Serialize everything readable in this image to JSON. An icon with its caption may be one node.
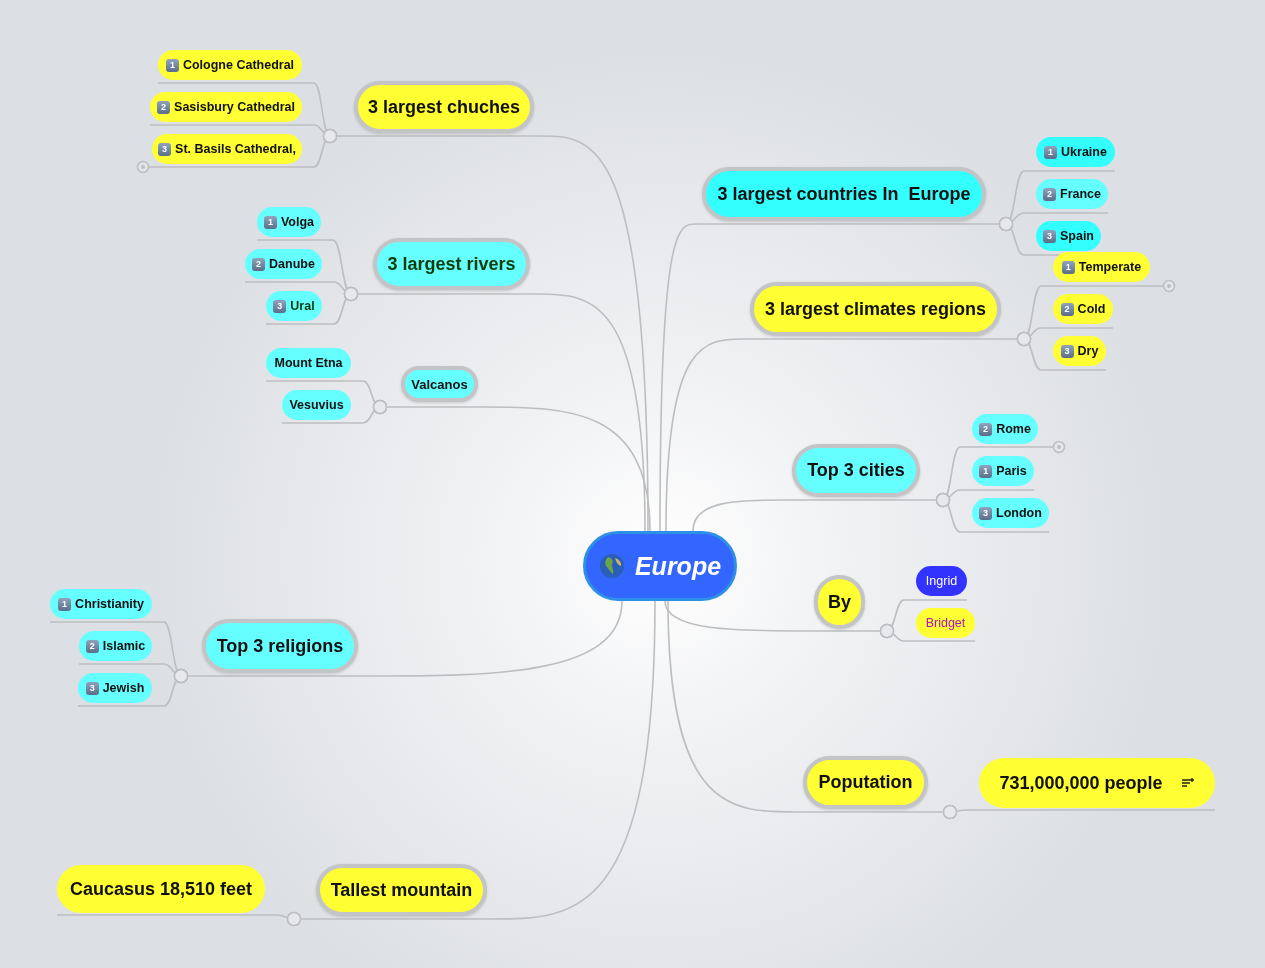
{
  "diagram": {
    "nodes": [
      {
        "text": [
          "Europe"
        ]
      },
      {
        "text": [
          "3 largest chuches"
        ]
      },
      {
        "text": [
          "1",
          "Cologne Cathedral"
        ]
      },
      {
        "text": [
          "2",
          "Sasisbury Cathedral"
        ]
      },
      {
        "text": [
          "3",
          "St. Basils Cathedral,"
        ]
      },
      {
        "text": [
          "3 largest rivers"
        ]
      },
      {
        "text": [
          "1",
          "Volga"
        ]
      },
      {
        "text": [
          "2",
          "Danube"
        ]
      },
      {
        "text": [
          "3",
          "Ural"
        ]
      },
      {
        "text": [
          "Valcanos"
        ]
      },
      {
        "text": [
          "Mount Etna"
        ]
      },
      {
        "text": [
          "Vesuvius"
        ]
      },
      {
        "text": [
          "Top 3 religions"
        ]
      },
      {
        "text": [
          "1",
          "Christianity"
        ]
      },
      {
        "text": [
          "2",
          "Islamic"
        ]
      },
      {
        "text": [
          "3",
          "Jewish"
        ]
      },
      {
        "text": [
          "Tallest mountain"
        ]
      },
      {
        "text": [
          "Caucasus 18,510 feet"
        ]
      },
      {
        "text": [
          "3 largest countries In  Europe"
        ]
      },
      {
        "text": [
          "1",
          "Ukraine"
        ]
      },
      {
        "text": [
          "2",
          "France"
        ]
      },
      {
        "text": [
          "3",
          "Spain"
        ]
      },
      {
        "text": [
          "3 largest climates regions"
        ]
      },
      {
        "text": [
          "1",
          "Temperate"
        ]
      },
      {
        "text": [
          "2",
          "Cold"
        ]
      },
      {
        "text": [
          "3",
          "Dry"
        ]
      },
      {
        "text": [
          "Top 3 cities"
        ]
      },
      {
        "text": [
          "2",
          "Rome"
        ]
      },
      {
        "text": [
          "1",
          "Paris"
        ]
      },
      {
        "text": [
          "3",
          "London"
        ]
      },
      {
        "text": [
          "By"
        ]
      },
      {
        "text": [
          "Ingrid"
        ]
      },
      {
        "text": [
          "Bridget"
        ]
      },
      {
        "text": [
          "Poputation"
        ]
      },
      {
        "text": [
          "731,000,000 people"
        ]
      }
    ],
    "edges": [
      {
        "from": 0,
        "to": 1,
        "arrow": "other"
      },
      {
        "from": 1,
        "to": 2,
        "arrow": "other"
      },
      {
        "from": 1,
        "to": 3,
        "arrow": "other"
      },
      {
        "from": 1,
        "to": 4,
        "arrow": "other"
      },
      {
        "from": 0,
        "to": 5,
        "arrow": "other"
      },
      {
        "from": 5,
        "to": 6,
        "arrow": "other"
      },
      {
        "from": 5,
        "to": 7,
        "arrow": "other"
      },
      {
        "from": 5,
        "to": 8,
        "arrow": "other"
      },
      {
        "from": 0,
        "to": 9,
        "arrow": "other"
      },
      {
        "from": 9,
        "to": 10,
        "arrow": "other"
      },
      {
        "from": 9,
        "to": 11,
        "arrow": "other"
      },
      {
        "from": 0,
        "to": 12,
        "arrow": "other"
      },
      {
        "from": 12,
        "to": 13,
        "arrow": "other"
      },
      {
        "from": 12,
        "to": 14,
        "arrow": "other"
      },
      {
        "from": 12,
        "to": 15,
        "arrow": "other"
      },
      {
        "from": 0,
        "to": 16,
        "arrow": "other"
      },
      {
        "from": 16,
        "to": 17,
        "arrow": "other"
      },
      {
        "from": 0,
        "to": 18,
        "arrow": "other"
      },
      {
        "from": 18,
        "to": 19,
        "arrow": "other"
      },
      {
        "from": 18,
        "to": 20,
        "arrow": "other"
      },
      {
        "from": 18,
        "to": 21,
        "arrow": "other"
      },
      {
        "from": 0,
        "to": 22,
        "arrow": "other"
      },
      {
        "from": 22,
        "to": 23,
        "arrow": "other"
      },
      {
        "from": 22,
        "to": 24,
        "arrow": "other"
      },
      {
        "from": 22,
        "to": 25,
        "arrow": "other"
      },
      {
        "from": 0,
        "to": 26,
        "arrow": "other"
      },
      {
        "from": 26,
        "to": 27,
        "arrow": "other"
      },
      {
        "from": 26,
        "to": 28,
        "arrow": "other"
      },
      {
        "from": 26,
        "to": 29,
        "arrow": "other"
      },
      {
        "from": 0,
        "to": 30,
        "arrow": "other"
      },
      {
        "from": 30,
        "to": 31,
        "arrow": "other"
      },
      {
        "from": 30,
        "to": 32,
        "arrow": "other"
      },
      {
        "from": 0,
        "to": 33,
        "arrow": "other"
      },
      {
        "from": 33,
        "to": 34,
        "arrow": "other"
      }
    ]
  }
}
